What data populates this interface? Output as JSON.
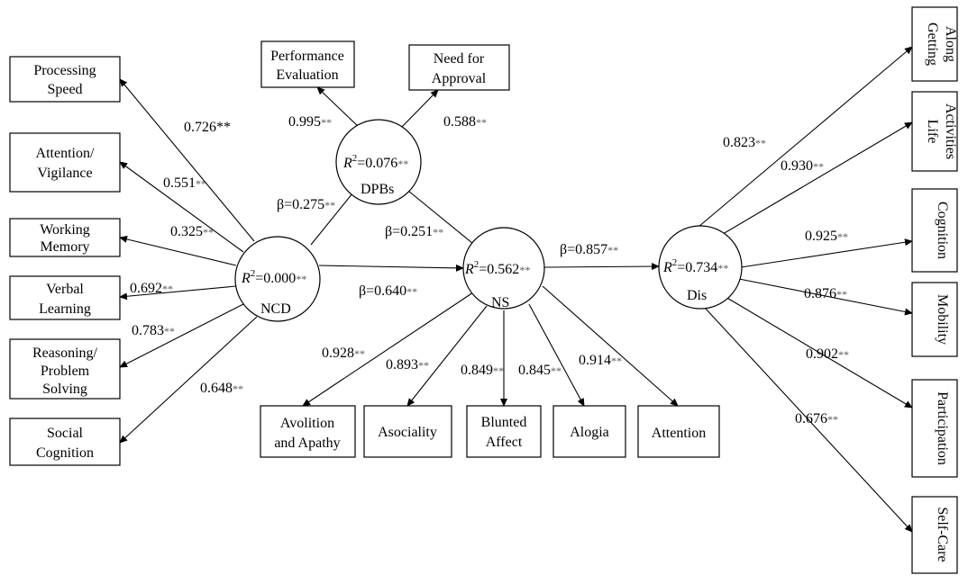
{
  "sig_mark": "**",
  "latent": {
    "ncd": {
      "r2": "=0.000",
      "name": "NCD"
    },
    "dpbs": {
      "r2": "=0.076",
      "name": "DPBs"
    },
    "ns": {
      "r2": "=0.562",
      "name": "NS"
    },
    "dis": {
      "r2": "=0.734",
      "name": "Dis"
    }
  },
  "ncd_indicators": [
    {
      "line1": "Processing",
      "line2": "Speed",
      "line3": "",
      "loading": "0.726"
    },
    {
      "line1": "Attention/",
      "line2": "Vigilance",
      "line3": "",
      "loading": "0.551"
    },
    {
      "line1": "Working",
      "line2": "Memory",
      "line3": "",
      "loading": "0.325"
    },
    {
      "line1": "Verbal",
      "line2": "Learning",
      "line3": "",
      "loading": "0.692"
    },
    {
      "line1": "Reasoning/",
      "line2": "Problem",
      "line3": "Solving",
      "loading": "0.783"
    },
    {
      "line1": "Social",
      "line2": "Cognition",
      "line3": "",
      "loading": "0.648"
    }
  ],
  "dpbs_indicators": [
    {
      "line1": "Performance",
      "line2": "Evaluation",
      "loading": "0.995"
    },
    {
      "line1": "Need for",
      "line2": "Approval",
      "loading": "0.588"
    }
  ],
  "ns_indicators": [
    {
      "line1": "Avolition",
      "line2": "and Apathy",
      "loading": "0.928"
    },
    {
      "line1": "Asociality",
      "line2": "",
      "loading": "0.893"
    },
    {
      "line1": "Blunted",
      "line2": "Affect",
      "loading": "0.849"
    },
    {
      "line1": "Alogia",
      "line2": "",
      "loading": "0.845"
    },
    {
      "line1": "Attention",
      "line2": "",
      "loading": "0.914"
    }
  ],
  "dis_indicators": [
    {
      "line1": "Getting",
      "line2": "Along",
      "loading": "0.823"
    },
    {
      "line1": "Life",
      "line2": "Activities",
      "loading": "0.930"
    },
    {
      "line1": "Cognition",
      "line2": "",
      "loading": "0.925"
    },
    {
      "line1": "Mobility",
      "line2": "",
      "loading": "0.876"
    },
    {
      "line1": "Participation",
      "line2": "",
      "loading": "0.902"
    },
    {
      "line1": "Self-Care",
      "line2": "",
      "loading": "0.676"
    }
  ],
  "paths": {
    "ncd_dpbs": "β=0.275",
    "dpbs_ns": "β=0.251",
    "ncd_ns": "β=0.640",
    "ns_dis": "β=0.857"
  }
}
